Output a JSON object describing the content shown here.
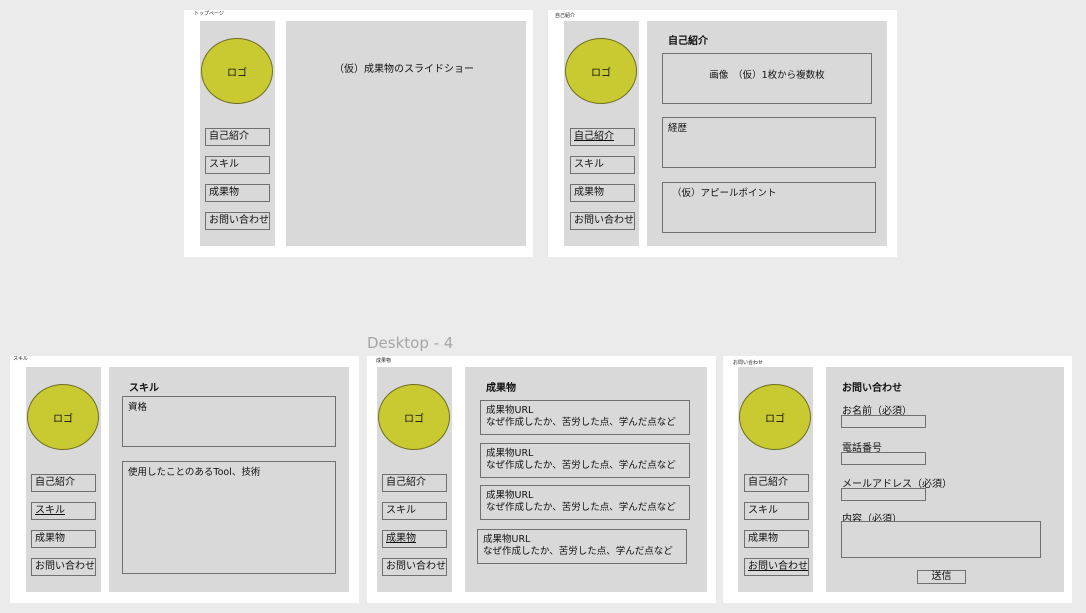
{
  "canvas_label": "Desktop - 4",
  "logo_text": "ロゴ",
  "nav": [
    "自己紹介",
    "スキル",
    "成果物",
    "お問い合わせ"
  ],
  "top_page": {
    "label": "トップページ",
    "slideshow": "（仮）成果物のスライドショー"
  },
  "intro_page": {
    "label": "自己紹介",
    "title": "自己紹介",
    "image_box": "画像　（仮）1枚から複数枚",
    "career_box": "経歴",
    "appeal_box": "（仮）アピールポイント"
  },
  "skill_page": {
    "label": "スキル",
    "title": "スキル",
    "qualifications_box": "資格",
    "tools_box": "使用したことのあるTool、技術"
  },
  "works_page": {
    "label": "成果物",
    "title": "成果物",
    "items": [
      {
        "url": "成果物URL",
        "desc": "なぜ作成したか、苦労した点、学んだ点など"
      },
      {
        "url": "成果物URL",
        "desc": "なぜ作成したか、苦労した点、学んだ点など"
      },
      {
        "url": "成果物URL",
        "desc": "なぜ作成したか、苦労した点、学んだ点など"
      },
      {
        "url": "成果物URL",
        "desc": "なぜ作成したか、苦労した点、学んだ点など"
      }
    ]
  },
  "contact_page": {
    "label": "お問い合わせ",
    "title": "お問い合わせ",
    "name_label": "お名前（必須）",
    "phone_label": "電話番号",
    "email_label": "メールアドレス（必須）",
    "content_label": "内容（必須）",
    "submit": "送信"
  }
}
